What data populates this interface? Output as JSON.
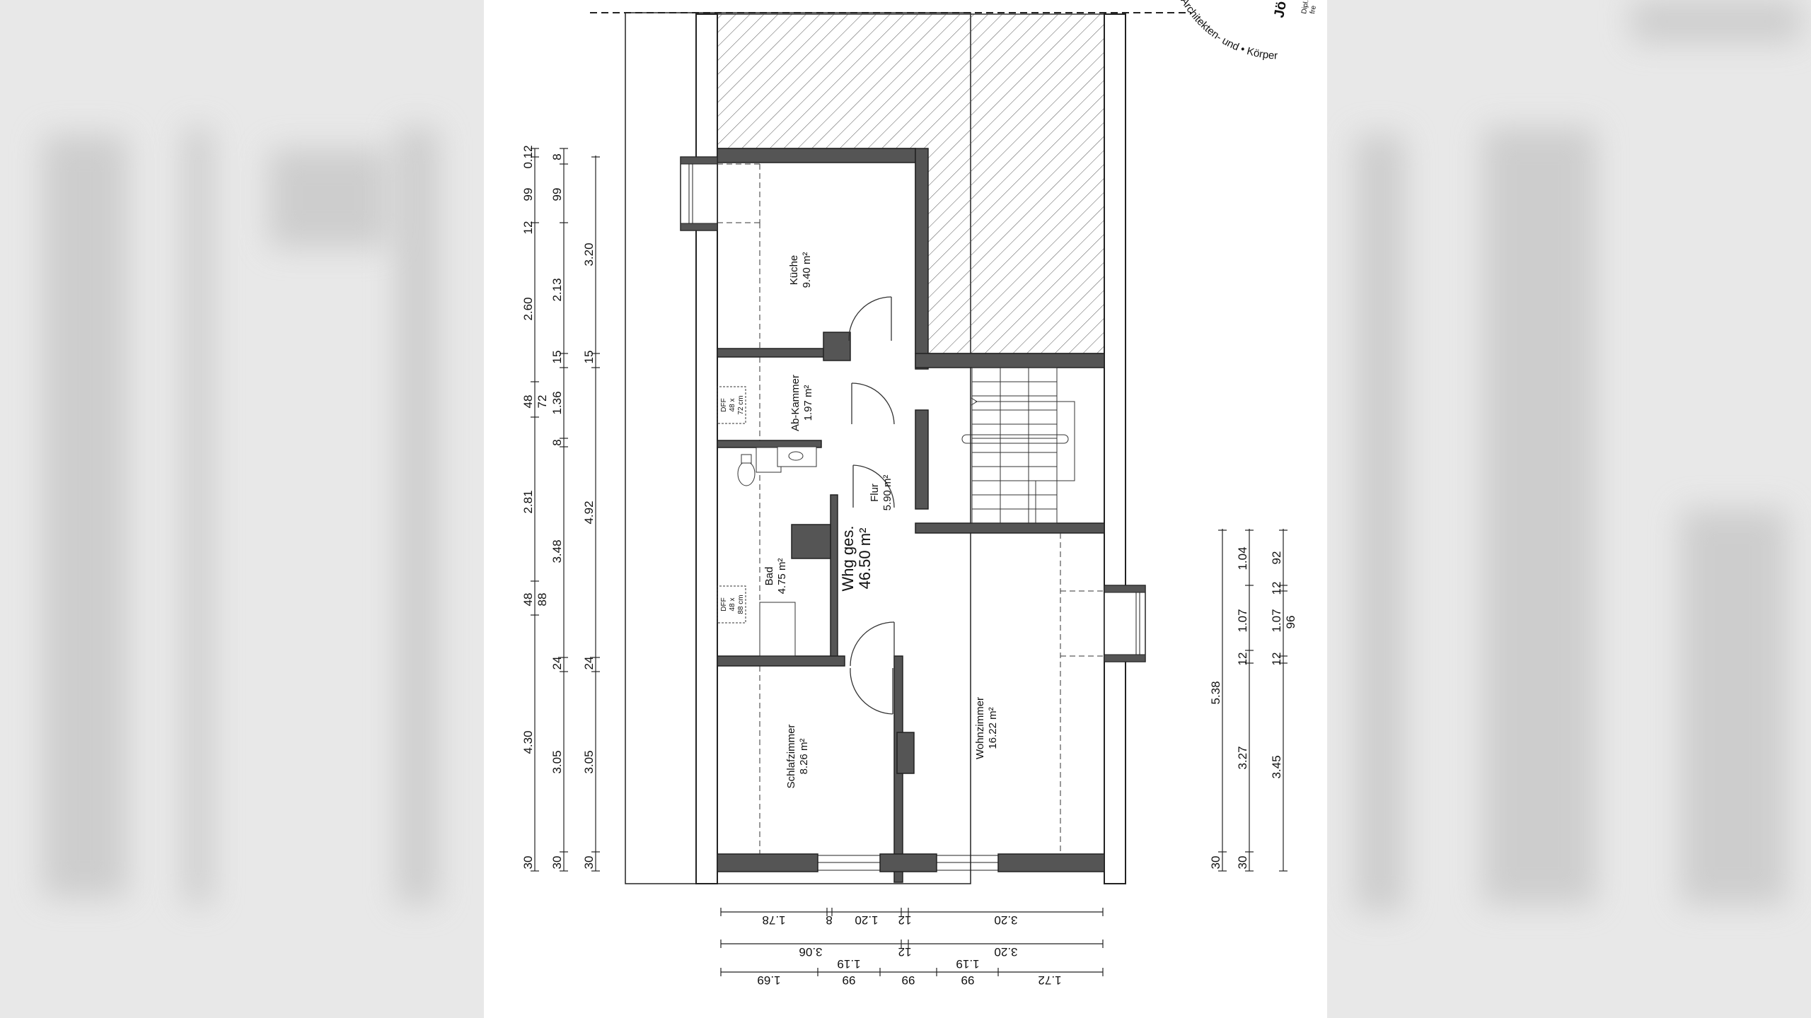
{
  "rooms": {
    "kueche": {
      "name": "Küche",
      "area": "9.40 m²"
    },
    "abkammer": {
      "name": "Ab-Kammer",
      "area": "1.97 m²"
    },
    "flur": {
      "name": "Flur",
      "area": "5.90 m²"
    },
    "bad": {
      "name": "Bad",
      "area": "4.75 m²"
    },
    "schlafzimmer": {
      "name": "Schlafzimmer",
      "area": "8.26 m²"
    },
    "wohnzimmer": {
      "name": "Wohnzimmer",
      "area": "16.22 m²"
    }
  },
  "total": {
    "label": "Whg ges.",
    "area": "46.50 m²"
  },
  "windows": {
    "dff1": {
      "l1": "DFF",
      "l2": "48 x",
      "l3": "72 cm"
    },
    "dff2": {
      "l1": "DFF",
      "l2": "48 x",
      "l3": "88 cm"
    }
  },
  "stamp": {
    "top": "Jö",
    "sub1": "Dipl.",
    "sub2": "fre",
    "arc": "Architekten- und • Körper"
  },
  "dims": {
    "left1": [
      "0.12",
      "99",
      "12",
      "2.60",
      "48",
      "72",
      "1.36",
      "2.81",
      "48",
      "88",
      "3.48",
      "24",
      "4.30",
      "3.05",
      "30"
    ],
    "left2": [
      "8",
      "99",
      "2.13",
      "15",
      "8",
      "24",
      "3.05",
      "30"
    ],
    "left3": [
      "3.20",
      "15",
      "4.92",
      "24",
      "3.05",
      "30"
    ],
    "right1": [
      "5.38",
      "30"
    ],
    "right2": [
      "1.04",
      "1.07",
      "12",
      "3.27",
      "30"
    ],
    "right3": [
      "92",
      "12",
      "1.07",
      "96",
      "12",
      "3.45"
    ],
    "bottom1": [
      "1.78",
      "8",
      "1.20",
      "12",
      "3.20"
    ],
    "bottom2": [
      "3.06",
      "1.19",
      "12",
      "1.19",
      "3.20"
    ],
    "bottom3": [
      "1.69",
      "99",
      "99",
      "99",
      "1.72"
    ]
  }
}
